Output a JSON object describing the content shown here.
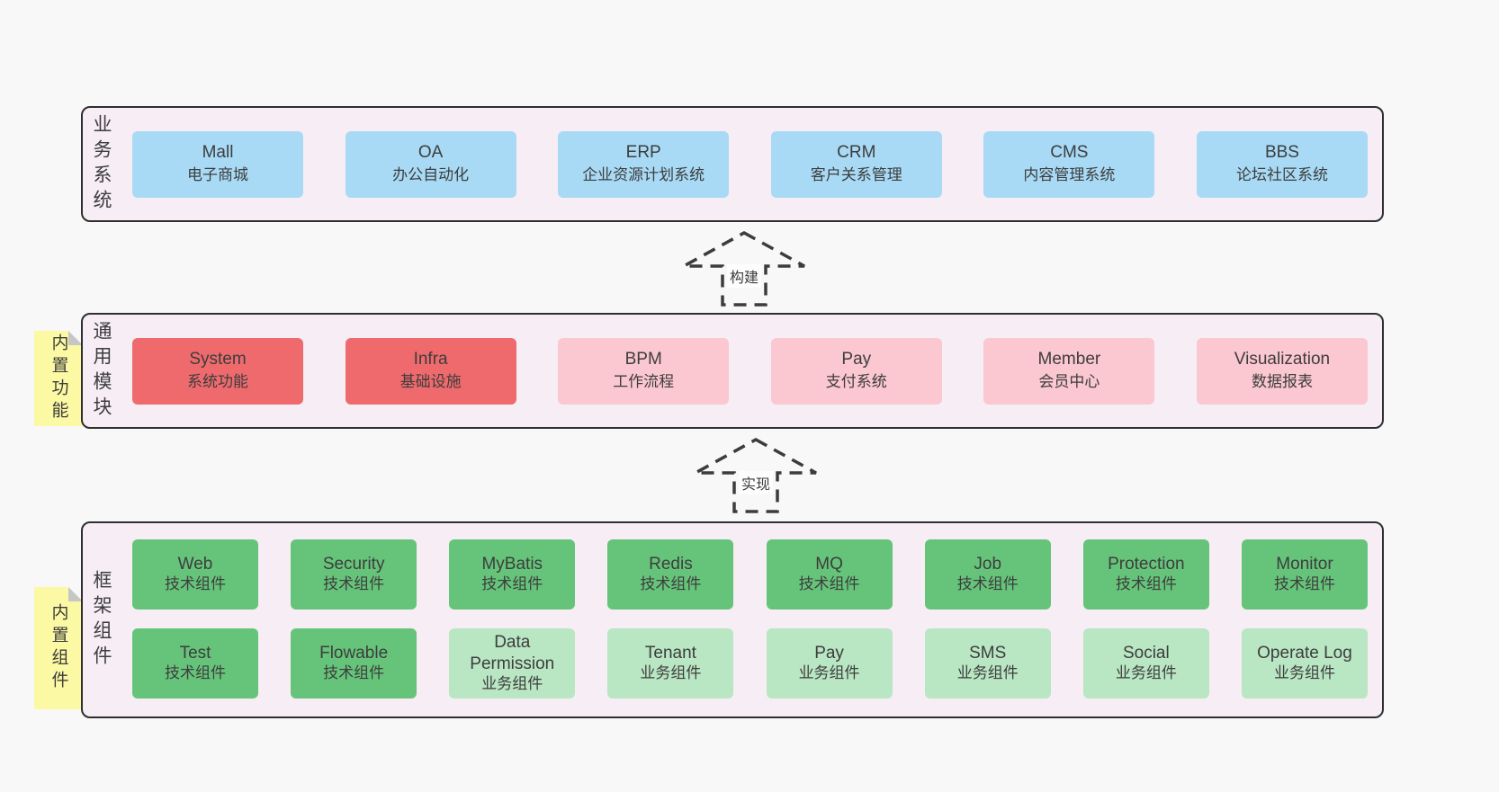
{
  "colors": {
    "page_bg": "#f8f8f8",
    "layer_bg": "#f6edf5",
    "layer_border": "#2f2f2f",
    "box_blue": "#a8daf5",
    "box_red": "#ef6a6d",
    "box_pink": "#fbc7d0",
    "box_green": "#66c47a",
    "box_light_green": "#b9e6c3",
    "note_yellow": "#fbf9a3",
    "note_fold_gray": "#c6c6c6",
    "text": "#3d3d3d"
  },
  "business": {
    "label": "业务系统",
    "boxes": [
      {
        "name": "Mall",
        "subtitle": "电子商城"
      },
      {
        "name": "OA",
        "subtitle": "办公自动化"
      },
      {
        "name": "ERP",
        "subtitle": "企业资源计划系统"
      },
      {
        "name": "CRM",
        "subtitle": "客户关系管理"
      },
      {
        "name": "CMS",
        "subtitle": "内容管理系统"
      },
      {
        "name": "BBS",
        "subtitle": "论坛社区系统"
      }
    ]
  },
  "arrows": {
    "build": "构建",
    "implement": "实现"
  },
  "modules": {
    "label": "通用模块",
    "note": "内置功能",
    "boxes": [
      {
        "name": "System",
        "subtitle": "系统功能"
      },
      {
        "name": "Infra",
        "subtitle": "基础设施"
      },
      {
        "name": "BPM",
        "subtitle": "工作流程"
      },
      {
        "name": "Pay",
        "subtitle": "支付系统"
      },
      {
        "name": "Member",
        "subtitle": "会员中心"
      },
      {
        "name": "Visualization",
        "subtitle": "数据报表"
      }
    ]
  },
  "framework": {
    "label": "框架组件",
    "note": "内置组件",
    "row1": [
      {
        "name": "Web",
        "subtitle": "技术组件"
      },
      {
        "name": "Security",
        "subtitle": "技术组件"
      },
      {
        "name": "MyBatis",
        "subtitle": "技术组件"
      },
      {
        "name": "Redis",
        "subtitle": "技术组件"
      },
      {
        "name": "MQ",
        "subtitle": "技术组件"
      },
      {
        "name": "Job",
        "subtitle": "技术组件"
      },
      {
        "name": "Protection",
        "subtitle": "技术组件"
      },
      {
        "name": "Monitor",
        "subtitle": "技术组件"
      }
    ],
    "row2": [
      {
        "name": "Test",
        "subtitle": "技术组件"
      },
      {
        "name": "Flowable",
        "subtitle": "技术组件"
      },
      {
        "name": "Data Permission",
        "subtitle": "业务组件"
      },
      {
        "name": "Tenant",
        "subtitle": "业务组件"
      },
      {
        "name": "Pay",
        "subtitle": "业务组件"
      },
      {
        "name": "SMS",
        "subtitle": "业务组件"
      },
      {
        "name": "Social",
        "subtitle": "业务组件"
      },
      {
        "name": "Operate Log",
        "subtitle": "业务组件"
      }
    ]
  }
}
